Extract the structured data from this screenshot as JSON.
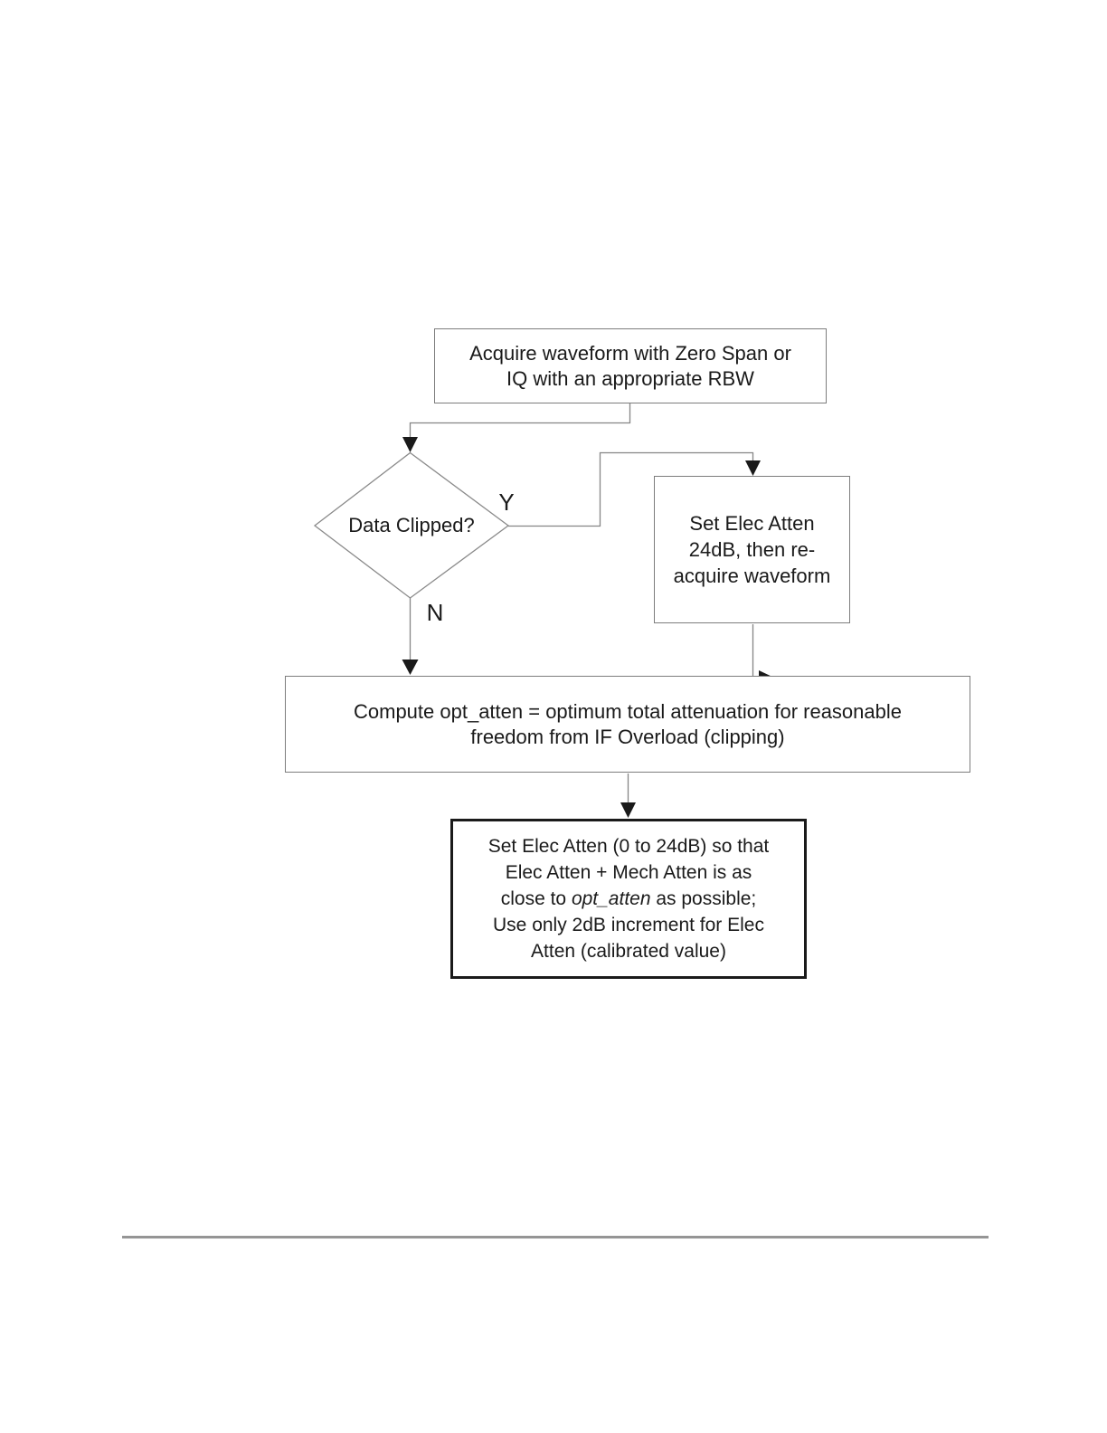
{
  "page": {
    "background_color": "#ffffff",
    "line_color": "#858585",
    "arrow_color": "#1a1a1a",
    "text_color": "#1a1a1a",
    "rule_color": "#959595"
  },
  "flowchart": {
    "acquire_box": {
      "line1": "Acquire waveform with Zero Span or",
      "line2": "IQ with an appropriate RBW"
    },
    "decision_diamond": {
      "label": "Data Clipped?"
    },
    "branch_labels": {
      "yes": "Y",
      "no": "N"
    },
    "set_elec_24_box": {
      "line1": "Set Elec Atten",
      "line2": "24dB, then re-",
      "line3": "acquire waveform"
    },
    "compute_box": {
      "line1": "Compute opt_atten = optimum total attenuation for reasonable",
      "line2": "freedom from IF Overload (clipping)"
    },
    "set_elec_range_box": {
      "line1": "Set Elec Atten (0 to 24dB) so that",
      "line2": "Elec Atten + Mech Atten is as",
      "line3_pre": "close to ",
      "line3_italic": "opt_atten",
      "line3_post": " as possible;",
      "line4": "Use only 2dB increment for Elec",
      "line5": "Atten (calibrated value)"
    }
  }
}
